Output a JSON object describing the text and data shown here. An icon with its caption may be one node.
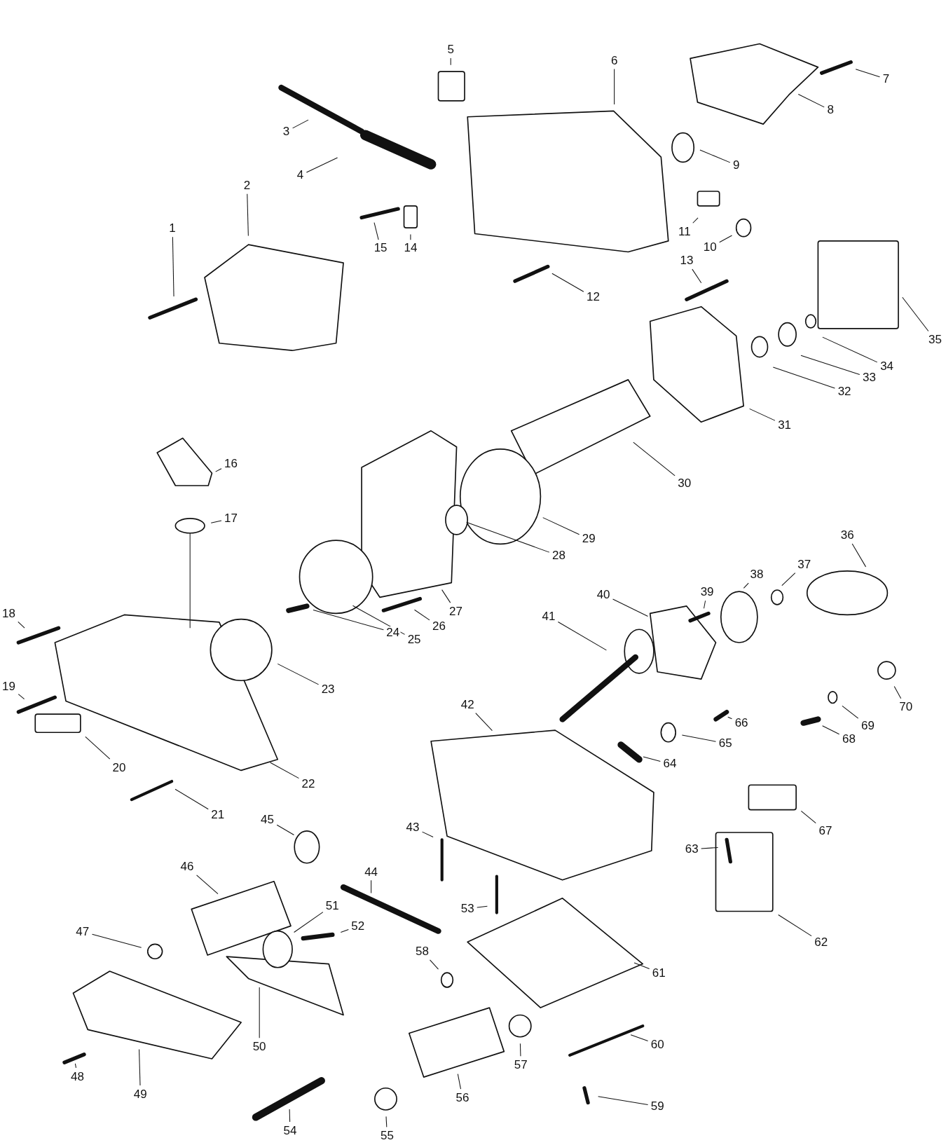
{
  "diagram": {
    "nodes": [
      {
        "text": [
          "1"
        ]
      },
      {
        "text": [
          "2"
        ]
      },
      {
        "text": [
          "3"
        ]
      },
      {
        "text": [
          "4"
        ]
      },
      {
        "text": [
          "5"
        ]
      },
      {
        "text": [
          "6"
        ]
      },
      {
        "text": [
          "7"
        ]
      },
      {
        "text": [
          "8"
        ]
      },
      {
        "text": [
          "9"
        ]
      },
      {
        "text": [
          "10"
        ]
      },
      {
        "text": [
          "11"
        ]
      },
      {
        "text": [
          "12"
        ]
      },
      {
        "text": [
          "13"
        ]
      },
      {
        "text": [
          "14"
        ]
      },
      {
        "text": [
          "15"
        ]
      },
      {
        "text": [
          "16"
        ]
      },
      {
        "text": [
          "17"
        ]
      },
      {
        "text": [
          "18"
        ]
      },
      {
        "text": [
          "19"
        ]
      },
      {
        "text": [
          "20"
        ]
      },
      {
        "text": [
          "21"
        ]
      },
      {
        "text": [
          "22"
        ]
      },
      {
        "text": [
          "23"
        ]
      },
      {
        "text": [
          "24"
        ]
      },
      {
        "text": [
          "25"
        ]
      },
      {
        "text": [
          "26"
        ]
      },
      {
        "text": [
          "27"
        ]
      },
      {
        "text": [
          "28"
        ]
      },
      {
        "text": [
          "29"
        ]
      },
      {
        "text": [
          "30"
        ]
      },
      {
        "text": [
          "31"
        ]
      },
      {
        "text": [
          "32"
        ]
      },
      {
        "text": [
          "33"
        ]
      },
      {
        "text": [
          "34"
        ]
      },
      {
        "text": [
          "35"
        ]
      },
      {
        "text": [
          "36"
        ]
      },
      {
        "text": [
          "37"
        ]
      },
      {
        "text": [
          "38"
        ]
      },
      {
        "text": [
          "39"
        ]
      },
      {
        "text": [
          "40"
        ]
      },
      {
        "text": [
          "41"
        ]
      },
      {
        "text": [
          "42"
        ]
      },
      {
        "text": [
          "43"
        ]
      },
      {
        "text": [
          "44"
        ]
      },
      {
        "text": [
          "45"
        ]
      },
      {
        "text": [
          "46"
        ]
      },
      {
        "text": [
          "47"
        ]
      },
      {
        "text": [
          "48"
        ]
      },
      {
        "text": [
          "49"
        ]
      },
      {
        "text": [
          "50"
        ]
      },
      {
        "text": [
          "51"
        ]
      },
      {
        "text": [
          "52"
        ]
      },
      {
        "text": [
          "53"
        ]
      },
      {
        "text": [
          "54"
        ]
      },
      {
        "text": [
          "55"
        ]
      },
      {
        "text": [
          "56"
        ]
      },
      {
        "text": [
          "57"
        ]
      },
      {
        "text": [
          "58"
        ]
      },
      {
        "text": [
          "59"
        ]
      },
      {
        "text": [
          "60"
        ]
      },
      {
        "text": [
          "61"
        ]
      },
      {
        "text": [
          "62"
        ]
      },
      {
        "text": [
          "63"
        ]
      },
      {
        "text": [
          "64"
        ]
      },
      {
        "text": [
          "65"
        ]
      },
      {
        "text": [
          "66"
        ]
      },
      {
        "text": [
          "67"
        ]
      },
      {
        "text": [
          "68"
        ]
      },
      {
        "text": [
          "69"
        ]
      },
      {
        "text": [
          "70"
        ]
      }
    ],
    "edges": [
      {
        "from": 0,
        "to": null,
        "arrow": "none"
      },
      {
        "from": 1,
        "to": null,
        "arrow": "none"
      },
      {
        "from": 2,
        "to": null,
        "arrow": "none"
      },
      {
        "from": 3,
        "to": null,
        "arrow": "none"
      },
      {
        "from": 4,
        "to": null,
        "arrow": "none"
      },
      {
        "from": 5,
        "to": null,
        "arrow": "none"
      },
      {
        "from": 6,
        "to": null,
        "arrow": "none"
      },
      {
        "from": 7,
        "to": null,
        "arrow": "none"
      },
      {
        "from": 8,
        "to": null,
        "arrow": "none"
      },
      {
        "from": 9,
        "to": null,
        "arrow": "none"
      },
      {
        "from": 10,
        "to": null,
        "arrow": "none"
      },
      {
        "from": 11,
        "to": null,
        "arrow": "none"
      },
      {
        "from": 12,
        "to": null,
        "arrow": "none"
      },
      {
        "from": 13,
        "to": null,
        "arrow": "none"
      },
      {
        "from": 14,
        "to": null,
        "arrow": "none"
      },
      {
        "from": 15,
        "to": null,
        "arrow": "none"
      },
      {
        "from": 16,
        "to": null,
        "arrow": "none"
      },
      {
        "from": 17,
        "to": null,
        "arrow": "none"
      },
      {
        "from": 18,
        "to": null,
        "arrow": "none"
      },
      {
        "from": 19,
        "to": null,
        "arrow": "none"
      },
      {
        "from": 20,
        "to": null,
        "arrow": "none"
      },
      {
        "from": 21,
        "to": null,
        "arrow": "none"
      },
      {
        "from": 22,
        "to": null,
        "arrow": "none"
      },
      {
        "from": 23,
        "to": null,
        "arrow": "none"
      },
      {
        "from": 24,
        "to": null,
        "arrow": "none"
      },
      {
        "from": 25,
        "to": null,
        "arrow": "none"
      },
      {
        "from": 26,
        "to": null,
        "arrow": "none"
      },
      {
        "from": 27,
        "to": null,
        "arrow": "none"
      },
      {
        "from": 28,
        "to": null,
        "arrow": "none"
      },
      {
        "from": 29,
        "to": null,
        "arrow": "none"
      },
      {
        "from": 30,
        "to": null,
        "arrow": "none"
      },
      {
        "from": 31,
        "to": null,
        "arrow": "none"
      },
      {
        "from": 32,
        "to": null,
        "arrow": "none"
      },
      {
        "from": 33,
        "to": null,
        "arrow": "none"
      },
      {
        "from": 34,
        "to": null,
        "arrow": "none"
      },
      {
        "from": 35,
        "to": null,
        "arrow": "none"
      },
      {
        "from": 36,
        "to": null,
        "arrow": "none"
      },
      {
        "from": 37,
        "to": null,
        "arrow": "none"
      },
      {
        "from": 38,
        "to": null,
        "arrow": "none"
      },
      {
        "from": 39,
        "to": null,
        "arrow": "none"
      },
      {
        "from": 40,
        "to": null,
        "arrow": "none"
      },
      {
        "from": 41,
        "to": null,
        "arrow": "none"
      },
      {
        "from": 42,
        "to": null,
        "arrow": "none"
      },
      {
        "from": 43,
        "to": null,
        "arrow": "none"
      },
      {
        "from": 44,
        "to": null,
        "arrow": "none"
      },
      {
        "from": 45,
        "to": null,
        "arrow": "none"
      },
      {
        "from": 46,
        "to": null,
        "arrow": "none"
      },
      {
        "from": 47,
        "to": null,
        "arrow": "none"
      },
      {
        "from": 48,
        "to": null,
        "arrow": "none"
      },
      {
        "from": 49,
        "to": null,
        "arrow": "none"
      },
      {
        "from": 50,
        "to": null,
        "arrow": "none"
      },
      {
        "from": 51,
        "to": null,
        "arrow": "none"
      },
      {
        "from": 52,
        "to": null,
        "arrow": "none"
      },
      {
        "from": 53,
        "to": null,
        "arrow": "none"
      },
      {
        "from": 54,
        "to": null,
        "arrow": "none"
      },
      {
        "from": 55,
        "to": null,
        "arrow": "none"
      },
      {
        "from": 56,
        "to": null,
        "arrow": "none"
      },
      {
        "from": 57,
        "to": null,
        "arrow": "none"
      },
      {
        "from": 58,
        "to": null,
        "arrow": "none"
      },
      {
        "from": 59,
        "to": null,
        "arrow": "none"
      },
      {
        "from": 60,
        "to": null,
        "arrow": "none"
      },
      {
        "from": 61,
        "to": null,
        "arrow": "none"
      },
      {
        "from": 62,
        "to": null,
        "arrow": "none"
      },
      {
        "from": 63,
        "to": null,
        "arrow": "none"
      },
      {
        "from": 64,
        "to": null,
        "arrow": "none"
      },
      {
        "from": 65,
        "to": null,
        "arrow": "none"
      },
      {
        "from": 66,
        "to": null,
        "arrow": "none"
      },
      {
        "from": 67,
        "to": null,
        "arrow": "none"
      },
      {
        "from": 68,
        "to": null,
        "arrow": "none"
      },
      {
        "from": 69,
        "to": null,
        "arrow": "none"
      }
    ]
  }
}
